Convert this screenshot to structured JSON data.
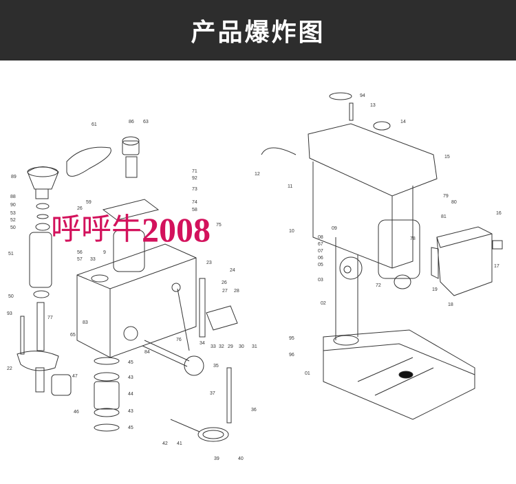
{
  "header": {
    "title": "产品爆炸图"
  },
  "watermark": {
    "text_cn": "呼呼牛",
    "text_num": "2008"
  },
  "left_labels": [
    "61",
    "86",
    "63",
    "89",
    "88",
    "90",
    "53",
    "52",
    "50",
    "51",
    "50",
    "93",
    "77",
    "65",
    "83",
    "22",
    "47",
    "46",
    "45",
    "43",
    "44",
    "43",
    "45",
    "84",
    "76",
    "34",
    "35",
    "37",
    "36",
    "42",
    "41",
    "39",
    "40",
    "71",
    "92",
    "73",
    "74",
    "58",
    "75",
    "59",
    "26",
    "56",
    "57",
    "9",
    "33",
    "23",
    "24",
    "26",
    "27",
    "28",
    "33",
    "32",
    "29",
    "30",
    "31"
  ],
  "right_labels": [
    "94",
    "13",
    "14",
    "15",
    "12",
    "11",
    "79",
    "80",
    "81",
    "16",
    "10",
    "09",
    "08",
    "67",
    "07",
    "06",
    "05",
    "78",
    "17",
    "03",
    "72",
    "19",
    "18",
    "02",
    "95",
    "96",
    "01"
  ]
}
